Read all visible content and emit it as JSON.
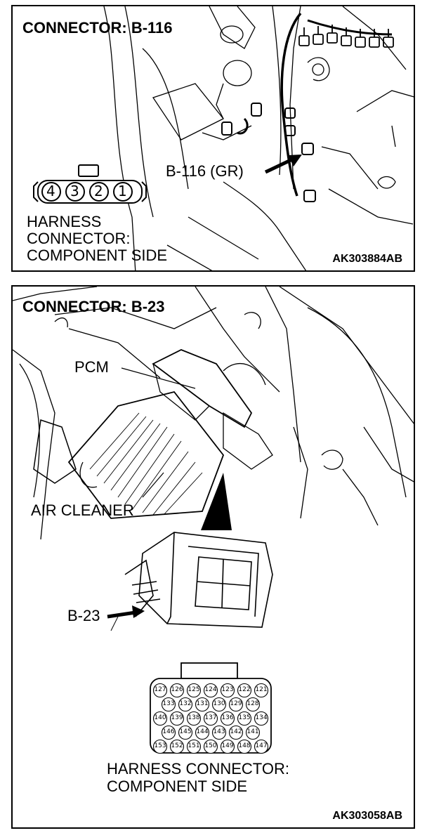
{
  "panel1": {
    "title": "CONNECTOR: B-116",
    "callout": "B-116 (GR)",
    "connector_pins": [
      "4",
      "3",
      "2",
      "1"
    ],
    "caption_line1": "HARNESS",
    "caption_line2": "CONNECTOR:",
    "caption_line3": "COMPONENT SIDE",
    "code": "AK303884AB"
  },
  "panel2": {
    "title": "CONNECTOR: B-23",
    "label_pcm": "PCM",
    "label_air_cleaner": "AIR CLEANER",
    "label_b23": "B-23",
    "connector_rows": [
      [
        "127",
        "126",
        "125",
        "124",
        "123",
        "122",
        "121"
      ],
      [
        "133",
        "132",
        "131",
        "130",
        "129",
        "128"
      ],
      [
        "140",
        "139",
        "138",
        "137",
        "136",
        "135",
        "134"
      ],
      [
        "146",
        "145",
        "144",
        "143",
        "142",
        "141"
      ],
      [
        "153",
        "152",
        "151",
        "150",
        "149",
        "148",
        "147"
      ]
    ],
    "caption_line1": "HARNESS CONNECTOR:",
    "caption_line2": "COMPONENT SIDE",
    "code": "AK303058AB"
  }
}
